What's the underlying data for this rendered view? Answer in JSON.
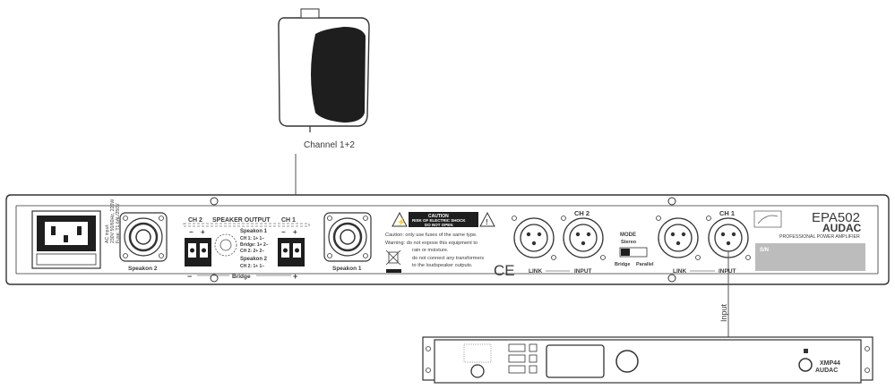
{
  "speaker_connection_label": "Channel 1+2",
  "input_connection_label": "Input",
  "amplifier": {
    "model": "EPA502",
    "brand": "AUDAC",
    "subtitle": "PROFESSIONAL POWER AMPLIFIER",
    "serial_label": "S/N",
    "ac_input": [
      "AC input:",
      "230V 50/60Hz, 220W",
      "Fuse: T1.6AL/250V"
    ],
    "speakon_left_label": "Speakon 2",
    "speakon_right_label": "Speakon 1",
    "speaker_output_label": "SPEAKER OUTPUT",
    "ch2_label": "CH 2",
    "ch1_label": "CH 1",
    "bridge_label": "Bridge",
    "minus": "−",
    "plus": "+",
    "speakon1_legend_title": "Speakon 1",
    "speakon1_legend": [
      "CH 1: 1+ 1−",
      "Bridge: 1+ 2−",
      "CH 2: 2+ 2−"
    ],
    "speakon2_legend_title": "Speakon 2",
    "speakon2_legend": [
      "CH 2: 1+ 1−"
    ],
    "caution_title": "CAUTION",
    "caution_lines": [
      "RISK OF ELECTRIC SHOCK",
      "DO NOT OPEN"
    ],
    "warning_lines": [
      "Caution: only use fuses of the same type.",
      "Warning: do not expose this equipment to",
      "rain or moisture.",
      "do not connect any transformers",
      "to the loudspeaker outputs."
    ],
    "ce_mark": "CE",
    "xlr_ch2_label": "CH 2",
    "xlr_ch1_label": "CH 1",
    "link_label": "LINK",
    "input_label": "INPUT",
    "mode_title": "MODE",
    "mode_stereo": "Stereo",
    "mode_bridge": "Bridge",
    "mode_parallel": "Parallel"
  },
  "source_device": {
    "model": "XMP44",
    "brand": "AUDAC"
  },
  "colors": {
    "panel_fill": "#ffffff",
    "outline": "#333333",
    "dark": "#1e1e1e",
    "sn_box": "#bcbcbc",
    "cable": "#555555"
  }
}
